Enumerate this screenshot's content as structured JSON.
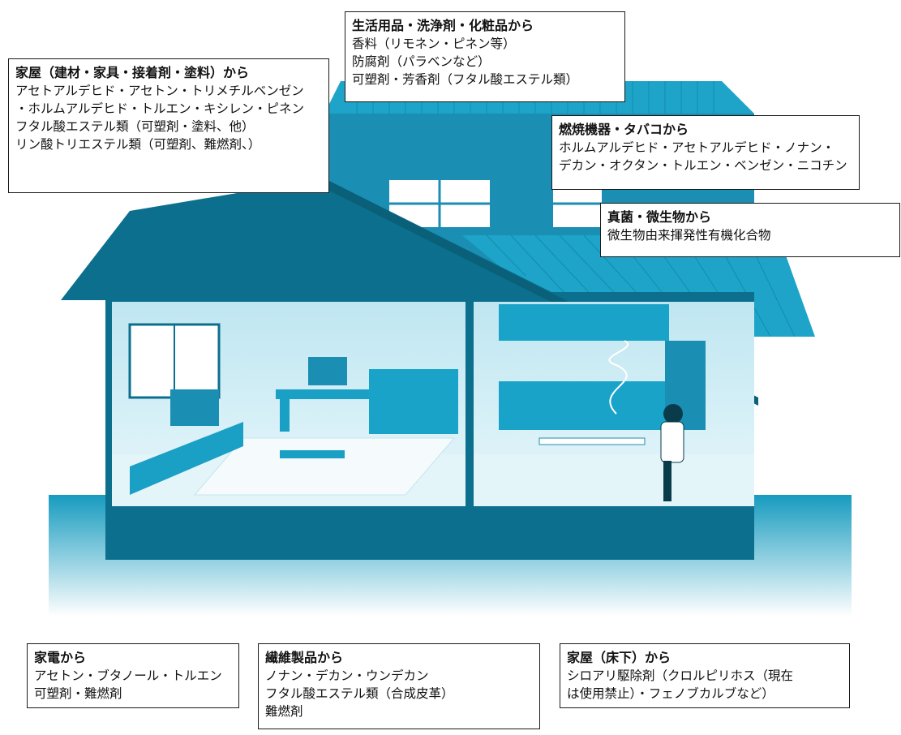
{
  "colors": {
    "dark": "#0b6f8d",
    "mid": "#169bbf",
    "light": "#c9ecf4",
    "floor": "#e4f5fa"
  },
  "labels": [
    {
      "title": "生活用品・洗浄剤・化粧品から",
      "lines": [
        "香料（リモネン・ピネン等）",
        "防腐剤（パラベンなど）",
        "可塑剤・芳香剤（フタル酸エステル類）"
      ]
    },
    {
      "title": "家屋（建材・家具・接着剤・塗料）から",
      "lines": [
        "アセトアルデヒド・アセトン・トリメチルベンゼン",
        "・ホルムアルデヒド・トルエン・キシレン・ピネン",
        "フタル酸エステル類（可塑剤・塗料、他）",
        "リン酸トリエステル類（可塑剤、難燃剤、）"
      ]
    },
    {
      "title": "燃焼機器・タバコから",
      "lines": [
        "ホルムアルデヒド・アセトアルデヒド・ノナン・",
        "デカン・オクタン・トルエン・ベンゼン・ニコチン"
      ]
    },
    {
      "title": "真菌・微生物から",
      "lines": [
        "微生物由来揮発性有機化合物"
      ]
    },
    {
      "title": "家電から",
      "lines": [
        "アセトン・ブタノール・トルエン",
        "可塑剤・難燃剤"
      ]
    },
    {
      "title": "繊維製品から",
      "lines": [
        "ノナン・デカン・ウンデカン",
        "フタル酸エステル類（合成皮革）",
        "難燃剤"
      ]
    },
    {
      "title": "家屋（床下）から",
      "lines": [
        "シロアリ駆除剤（クロルピリホス（現在",
        "は使用禁止）・フェノブカルブなど）"
      ]
    }
  ]
}
